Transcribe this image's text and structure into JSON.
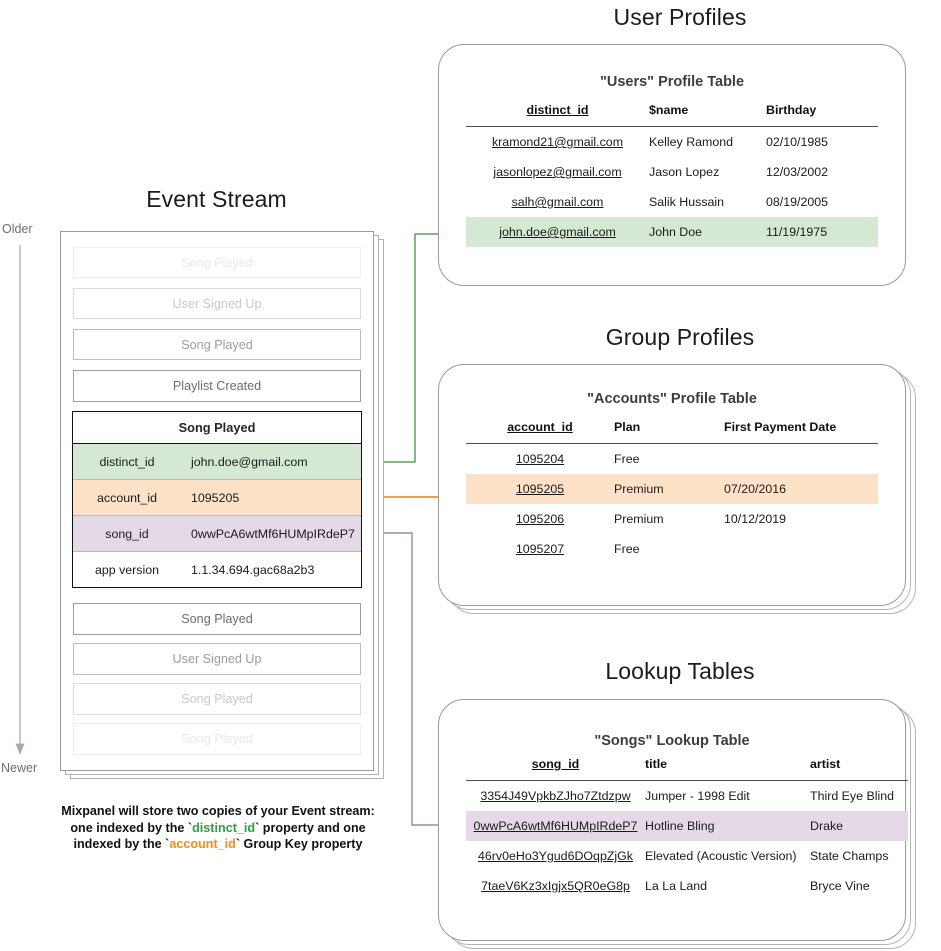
{
  "sections": {
    "event_stream": {
      "title": "Event Stream",
      "axis_older": "Older",
      "axis_newer": "Newer",
      "faded_events_top": [
        {
          "label": "Song Played",
          "fade": "f4"
        },
        {
          "label": "User Signed Up",
          "fade": "f3"
        },
        {
          "label": "Song Played",
          "fade": "f2"
        },
        {
          "label": "Playlist Created",
          "fade": "f1"
        }
      ],
      "highlight_event": {
        "name": "Song Played",
        "properties": [
          {
            "key": "distinct_id",
            "value": "john.doe@gmail.com",
            "tone": "g"
          },
          {
            "key": "account_id",
            "value": "1095205",
            "tone": "o"
          },
          {
            "key": "song_id",
            "value": "0wwPcA6wtMf6HUMpIRdeP7",
            "tone": "p"
          },
          {
            "key": "app version",
            "value": "1.1.34.694.gac68a2b3",
            "tone": ""
          }
        ]
      },
      "faded_events_bottom": [
        {
          "label": "Song Played",
          "fade": "f1"
        },
        {
          "label": "User Signed Up",
          "fade": "f2"
        },
        {
          "label": "Song Played",
          "fade": "f3"
        },
        {
          "label": "Song Played",
          "fade": "f4"
        }
      ],
      "caption": {
        "line1": "Mixpanel will store two copies of your Event stream:",
        "line2_a": "one indexed by the `",
        "line2_key": "distinct_id",
        "line2_b": "` property and one",
        "line3_a": "indexed by the `",
        "line3_key": "account_id",
        "line3_b": "` Group Key property"
      }
    },
    "user_profiles": {
      "title": "User Profiles",
      "table_title": "\"Users\" Profile Table",
      "columns": [
        "distinct_id",
        "$name",
        "Birthday"
      ],
      "rows": [
        {
          "cells": [
            "kramond21@gmail.com",
            "Kelley Ramond",
            "02/10/1985"
          ],
          "highlight": ""
        },
        {
          "cells": [
            "jasonlopez@gmail.com",
            "Jason Lopez",
            "12/03/2002"
          ],
          "highlight": ""
        },
        {
          "cells": [
            "salh@gmail.com",
            "Salik Hussain",
            "08/19/2005"
          ],
          "highlight": ""
        },
        {
          "cells": [
            "john.doe@gmail.com",
            "John Doe",
            "11/19/1975"
          ],
          "highlight": "hl-green"
        }
      ]
    },
    "group_profiles": {
      "title": "Group Profiles",
      "table_title": "\"Accounts\" Profile Table",
      "columns": [
        "account_id",
        "Plan",
        "First Payment Date"
      ],
      "rows": [
        {
          "cells": [
            "1095204",
            "Free",
            ""
          ],
          "highlight": ""
        },
        {
          "cells": [
            "1095205",
            "Premium",
            "07/20/2016"
          ],
          "highlight": "hl-orange"
        },
        {
          "cells": [
            "1095206",
            "Premium",
            "10/12/2019"
          ],
          "highlight": ""
        },
        {
          "cells": [
            "1095207",
            "Free",
            ""
          ],
          "highlight": ""
        }
      ]
    },
    "lookup_tables": {
      "title": "Lookup Tables",
      "table_title": "\"Songs\" Lookup Table",
      "columns": [
        "song_id",
        "title",
        "artist"
      ],
      "rows": [
        {
          "cells": [
            "3354J49VpkbZJho7Ztdzpw",
            "Jumper - 1998 Edit",
            "Third Eye Blind"
          ],
          "highlight": ""
        },
        {
          "cells": [
            "0wwPcA6wtMf6HUMpIRdeP7",
            "Hotline Bling",
            "Drake"
          ],
          "highlight": "hl-purple"
        },
        {
          "cells": [
            "46rv0eHo3Ygud6DOqpZjGk",
            "Elevated (Acoustic Version)",
            "State Champs"
          ],
          "highlight": ""
        },
        {
          "cells": [
            "7taeV6Kz3xIgjx5QR0eG8p",
            "La La Land",
            "Bryce Vine"
          ],
          "highlight": ""
        }
      ]
    }
  },
  "colors": {
    "green_accent": "#5aa35a",
    "orange_accent": "#f0932b",
    "purple_accent": "#9a8aa0",
    "green_row": "#d5e8d3",
    "orange_row": "#fde2c8",
    "purple_row": "#e5d9e8",
    "card_border": "#9a9a9a",
    "axis_gray": "#9b9b9b"
  }
}
